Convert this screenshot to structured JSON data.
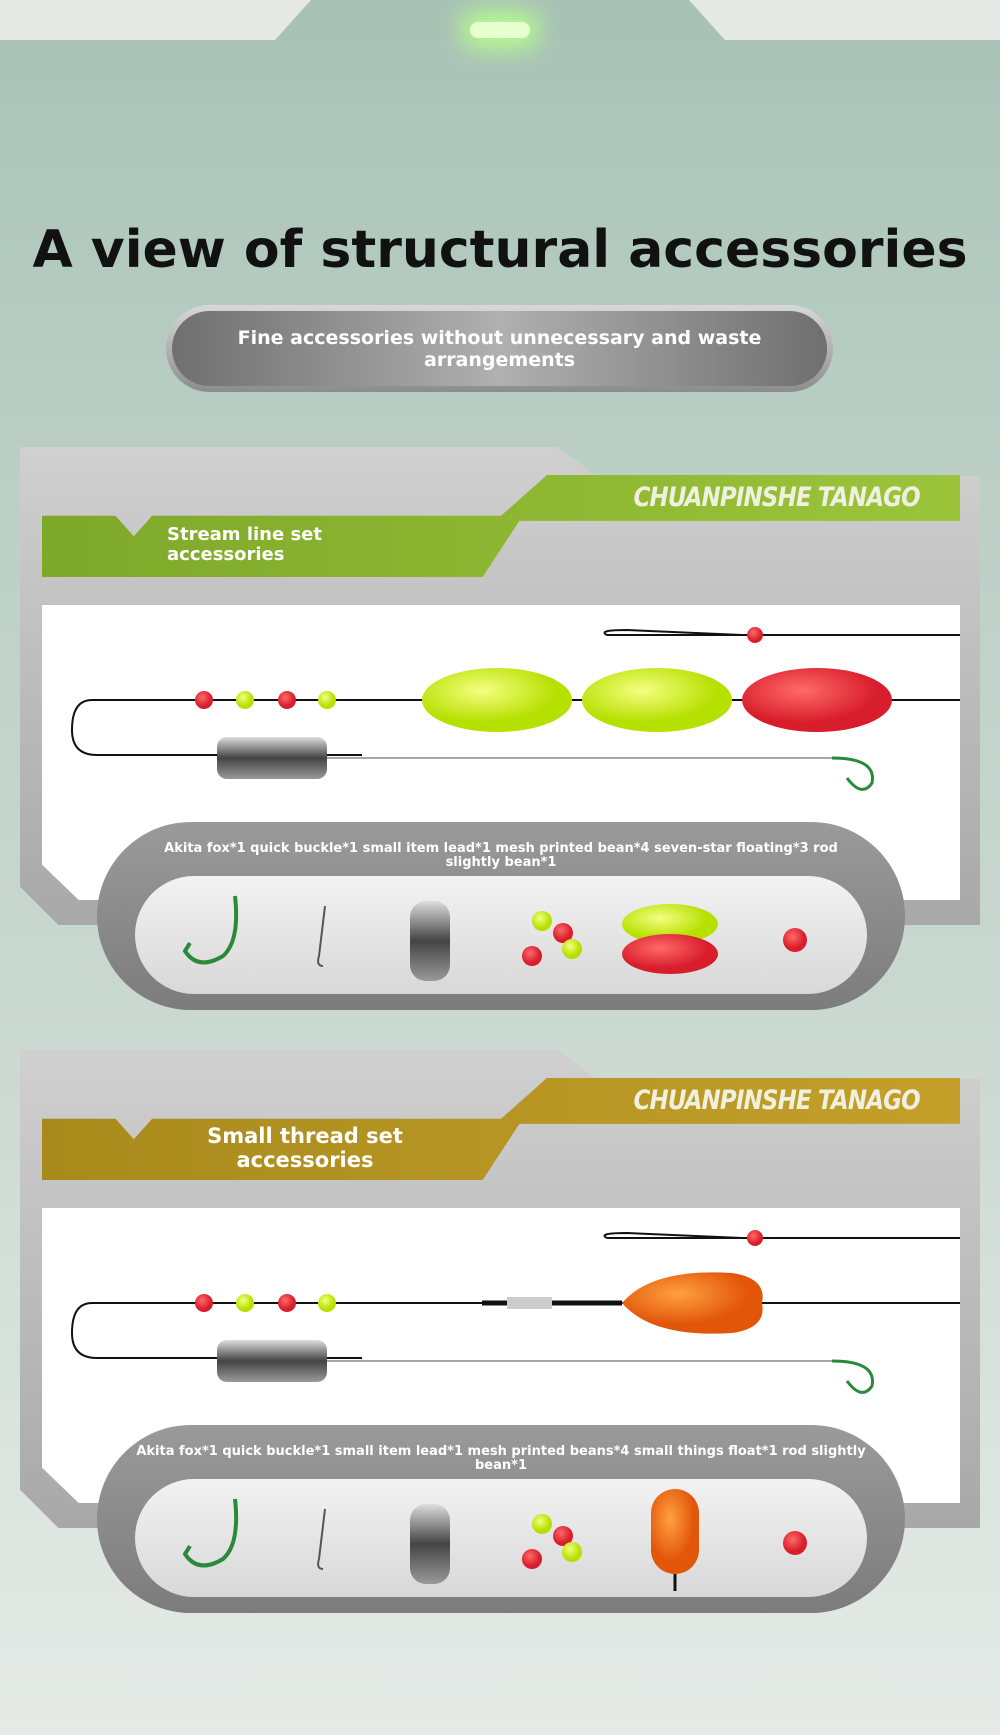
{
  "header": {
    "title": "A view of structural accessories",
    "subtitle": "Fine accessories without unnecessary and waste arrangements"
  },
  "sections": [
    {
      "brand": "CHUANPINSHE TANAGO",
      "title": "Stream line set accessories",
      "accent": "#8cb630",
      "caption": "Akita fox*1 quick buckle*1 small item lead*1 mesh printed bean*4 seven-star floating*3 rod slightly bean*1"
    },
    {
      "brand": "CHUANPINSHE TANAGO",
      "title": "Small thread set accessories",
      "accent": "#b8951e",
      "caption": "Akita fox*1 quick buckle*1 small item lead*1 mesh printed beans*4 small things float*1 rod slightly bean*1"
    }
  ]
}
